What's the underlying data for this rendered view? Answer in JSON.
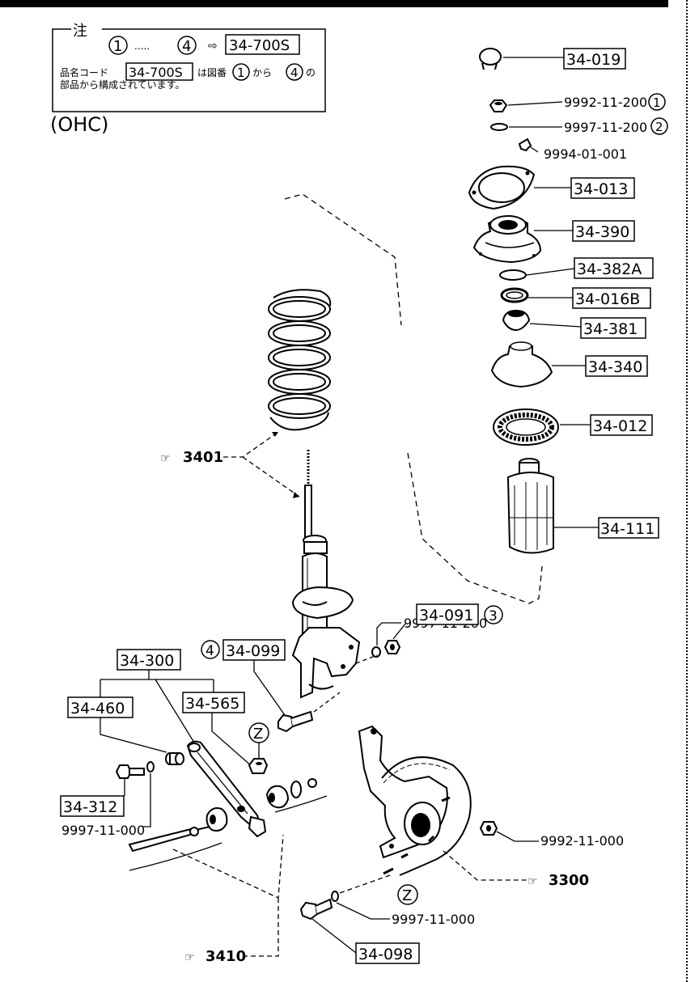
{
  "note": {
    "title": "注",
    "range_from": "1",
    "dots": ".....",
    "range_to": "4",
    "arrow": "⇨",
    "code": "34-700S",
    "line2_a": "品名コード",
    "line2_code": "34-700S",
    "line2_b": "は図番",
    "line2_from": "1",
    "line2_c": "から",
    "line2_to": "4",
    "line2_d": "の",
    "line3": "部品から構成されています。"
  },
  "engine_label": "(OHC)",
  "parts": {
    "p34_019": "34-019",
    "p9992_11_200": "9992-11-200",
    "p9992_11_200_mark": "1",
    "p9997_11_200_top": "9997-11-200",
    "p9997_11_200_top_mark": "2",
    "p9994_01_001": "9994-01-001",
    "p34_013": "34-013",
    "p34_390": "34-390",
    "p34_382A": "34-382A",
    "p34_016B": "34-016B",
    "p34_381": "34-381",
    "p34_340": "34-340",
    "p34_012": "34-012",
    "p34_111": "34-111",
    "p9997_11_200_mid": "9997-11-200",
    "p34_091": "34-091",
    "p34_091_mark": "3",
    "p34_099": "34-099",
    "p34_099_mark": "4",
    "p34_300": "34-300",
    "p34_460": "34-460",
    "p34_565": "34-565",
    "p34_312": "34-312",
    "p9997_11_000_left": "9997-11-000",
    "p9992_11_000": "9992-11-000",
    "p9997_11_000_bottom": "9997-11-000",
    "p34_098": "34-098",
    "z_mark_upper": "Z",
    "z_mark_lower": "Z"
  },
  "references": {
    "r3401": "3401",
    "r3300": "3300",
    "r3410": "3410"
  }
}
